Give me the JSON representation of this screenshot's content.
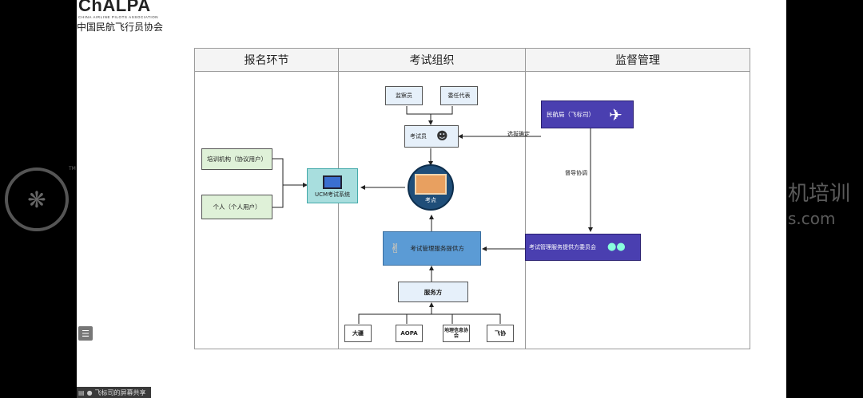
{
  "logo": {
    "main": "ChALPA",
    "sub": "CHINA AIRLINE PILOTS ASSOCIATION",
    "cn": "中国民航飞行员协会"
  },
  "lanes": [
    {
      "id": "registration",
      "label": "报名环节"
    },
    {
      "id": "exam",
      "label": "考试组织"
    },
    {
      "id": "supervision",
      "label": "监督管理"
    }
  ],
  "nodes": {
    "training_org": "培训机构（协议用户）",
    "individual": "个人（个人用户）",
    "ucm_system": "UCM考试系统",
    "supervisor": "监察员",
    "delegate": "委任代表",
    "examiner": "考试员",
    "exam_site": "考点",
    "service_provider": "考试管理服务提供方",
    "service_party": "服务方",
    "party_1": "大疆",
    "party_2": "AOPA",
    "party_3": "地理信息协会",
    "party_4": "飞协",
    "caac": "民航局（飞标司）",
    "committee": "考试管理服务提供方委员会"
  },
  "edge_labels": {
    "select_confirm": "选拔确定",
    "supervise_coordinate": "督导协调"
  },
  "watermark": {
    "right_cn": "机培训",
    "right_en": "s.com"
  },
  "share_bar": {
    "label": "飞标司的屏幕共享"
  },
  "colors": {
    "purple": "#4a3fb0",
    "steel_blue": "#5b9bd5",
    "light_blue": "#e6f0fa",
    "light_green": "#dff1d8"
  }
}
